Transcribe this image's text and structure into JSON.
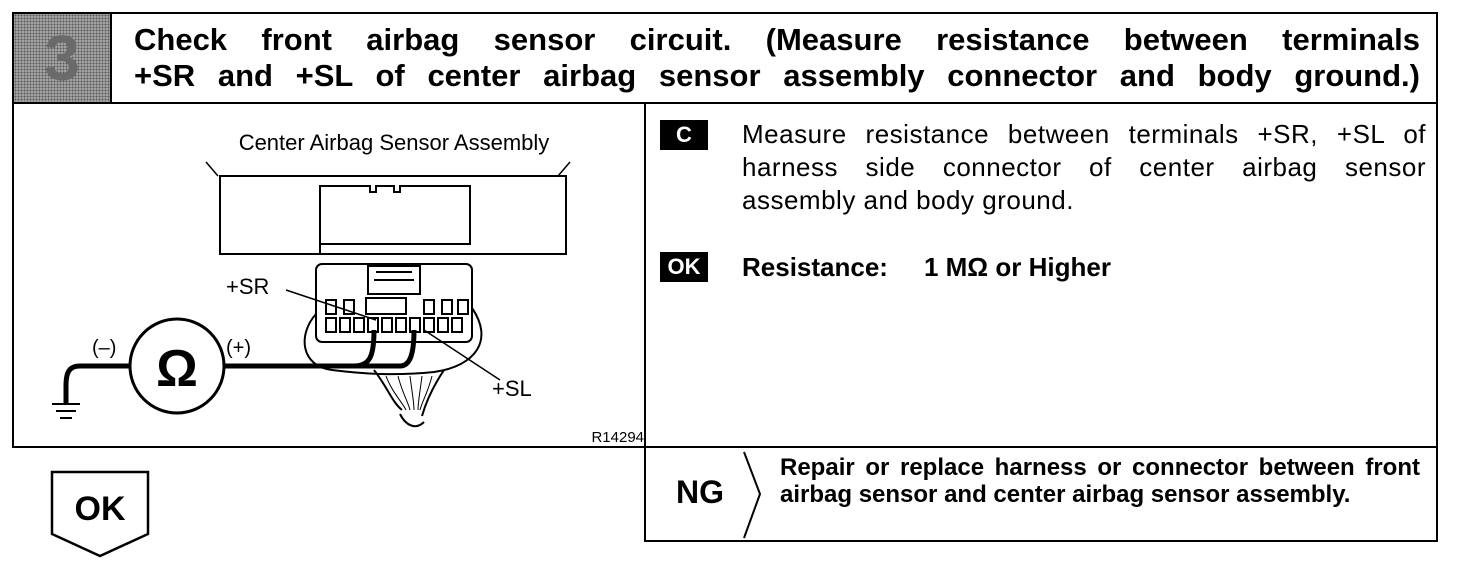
{
  "step": {
    "number": "3",
    "title_line1": "Check front airbag sensor circuit. (Measure resistance between terminals",
    "title_line2": "+SR and +SL of center airbag sensor assembly connector and body ground.)"
  },
  "diagram": {
    "assembly_label": "Center Airbag Sensor Assembly",
    "terminal_sr": "+SR",
    "terminal_sl": "+SL",
    "meter_symbol": "Ω",
    "probe_minus": "(–)",
    "probe_plus": "(+)",
    "figure_code": "R14294"
  },
  "instructions": {
    "condition_badge": "C",
    "text": "Measure resistance between terminals +SR, +SL of harness side connector of center airbag sensor assembly and body ground.",
    "ok_badge": "OK",
    "ok_label": "Resistance:",
    "ok_value": "1 MΩ or Higher"
  },
  "ng": {
    "label": "NG",
    "text": "Repair or replace harness or connector between front airbag sensor and center airbag sensor assembly."
  },
  "ok_arrow": {
    "label": "OK"
  }
}
